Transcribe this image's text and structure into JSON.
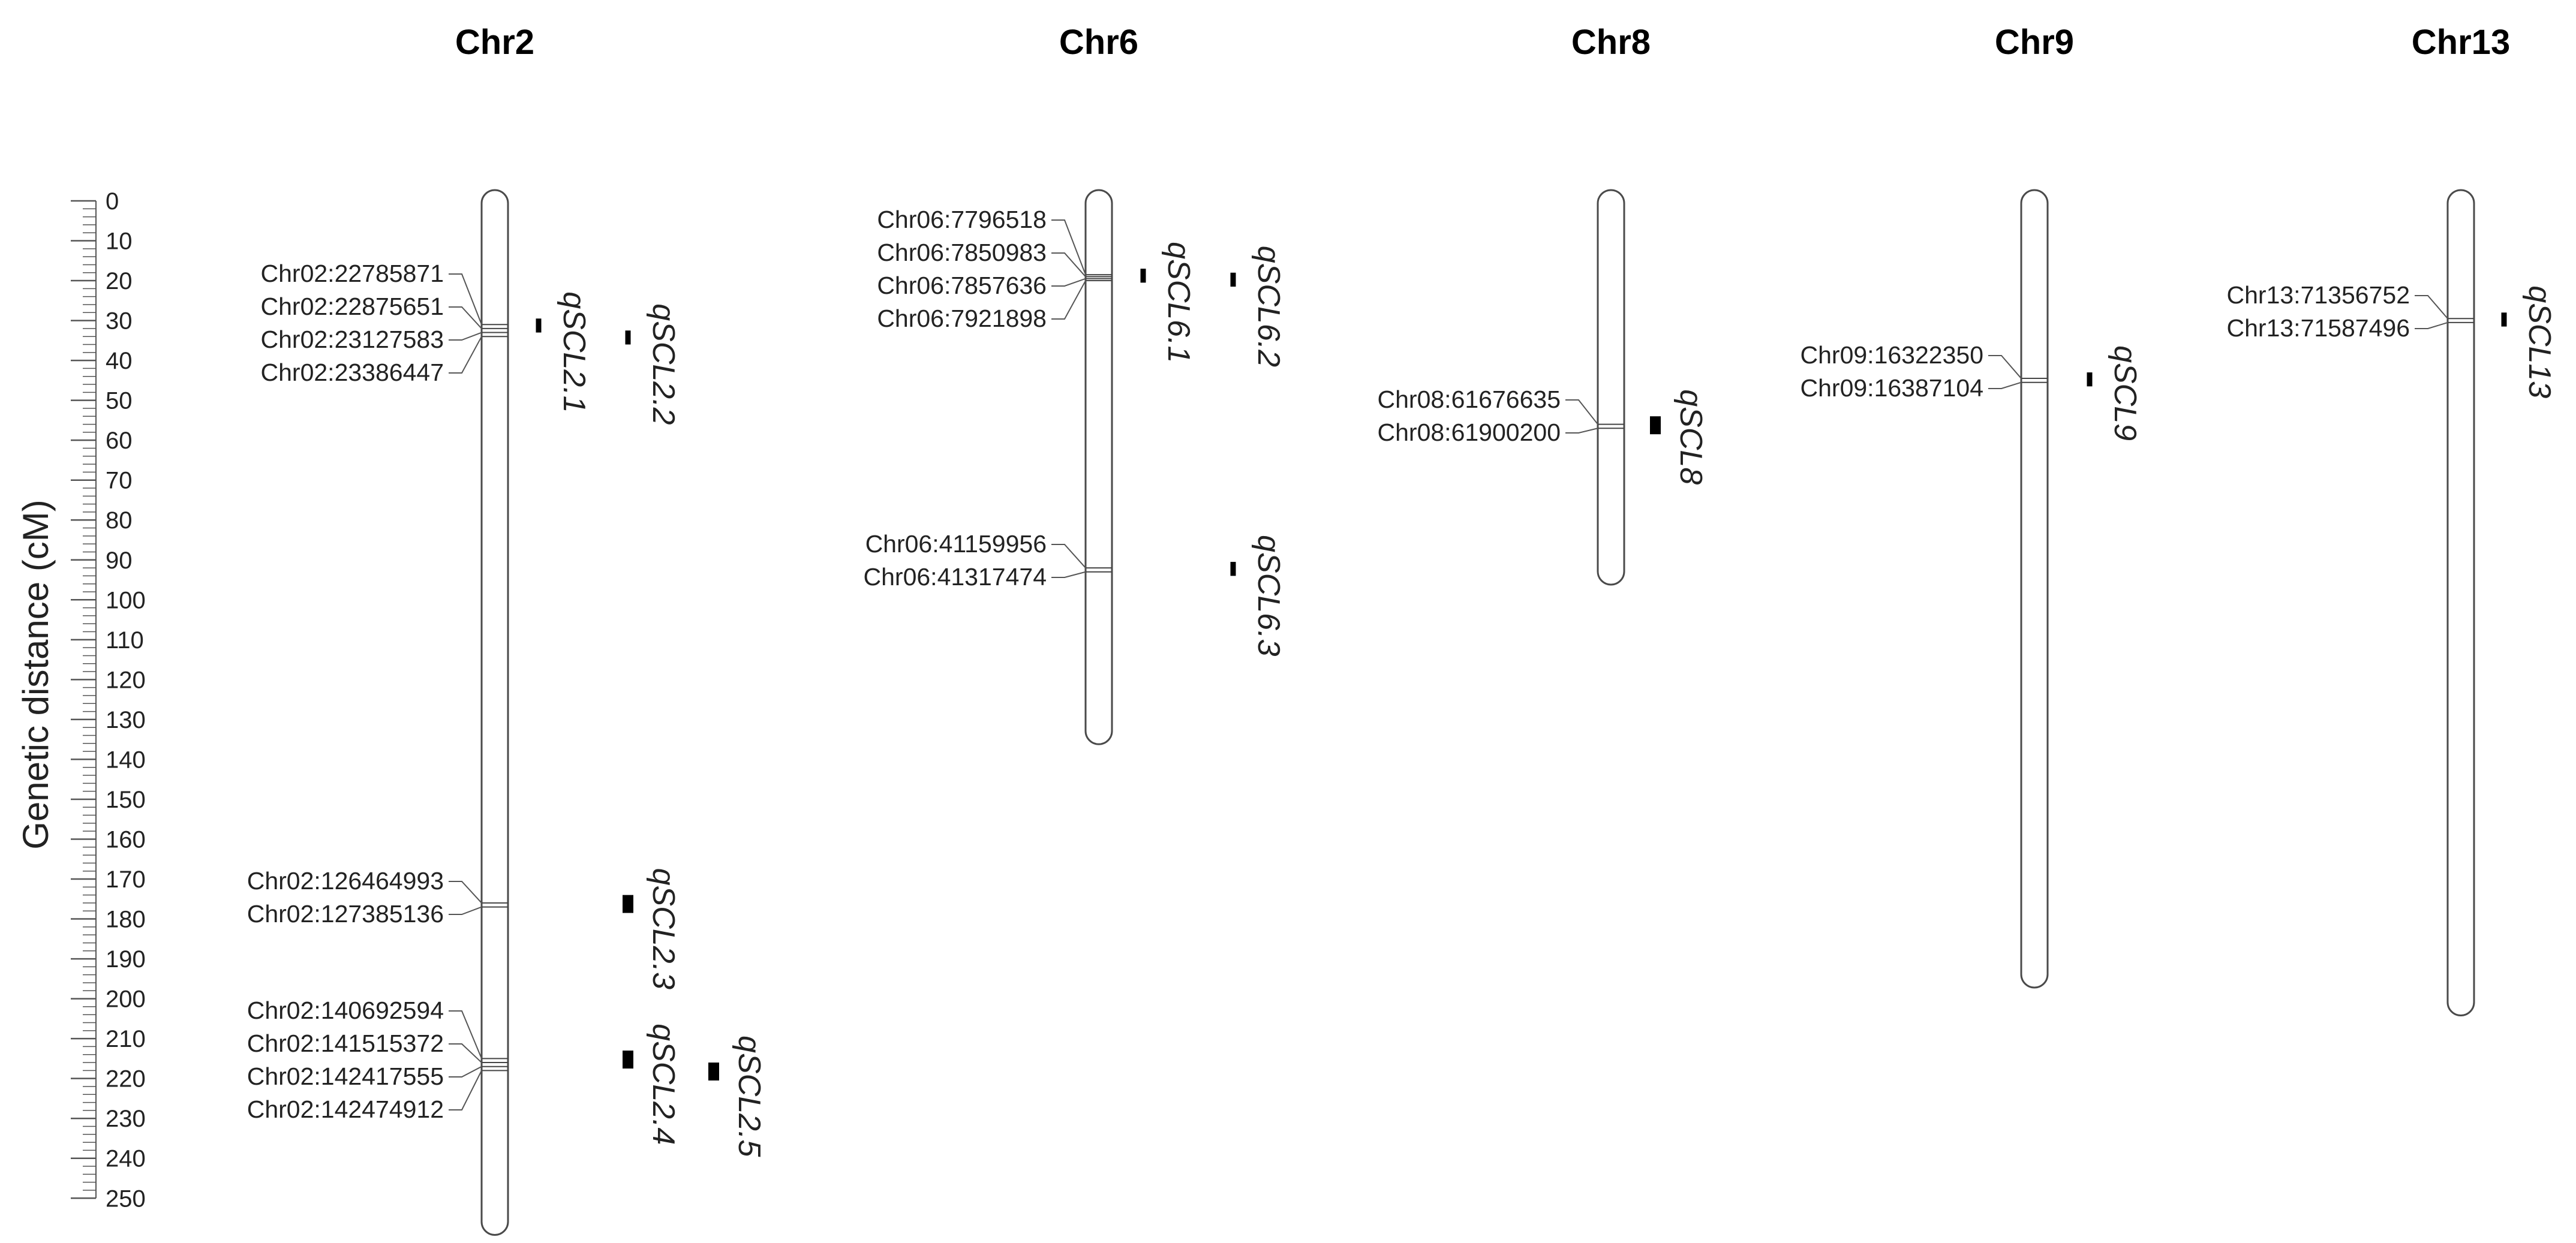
{
  "axis": {
    "title": "Genetic distance (cM)",
    "max": 250,
    "major_step": 10,
    "minor_step": 2,
    "ticks": [
      "0",
      "10",
      "20",
      "30",
      "40",
      "50",
      "60",
      "70",
      "80",
      "90",
      "100",
      "110",
      "120",
      "130",
      "140",
      "150",
      "160",
      "170",
      "180",
      "190",
      "200",
      "210",
      "220",
      "230",
      "240",
      "250"
    ]
  },
  "chromosomes": [
    {
      "id": "chr2",
      "name": "Chr2",
      "length_cM": 258,
      "markers": [
        {
          "label": "Chr02:22785871",
          "pos": 31
        },
        {
          "label": "Chr02:22875651",
          "pos": 32
        },
        {
          "label": "Chr02:23127583",
          "pos": 33
        },
        {
          "label": "Chr02:23386447",
          "pos": 34
        },
        {
          "label": "Chr02:126464993",
          "pos": 176
        },
        {
          "label": "Chr02:127385136",
          "pos": 177
        },
        {
          "label": "Chr02:140692594",
          "pos": 215
        },
        {
          "label": "Chr02:141515372",
          "pos": 216
        },
        {
          "label": "Chr02:142417555",
          "pos": 217
        },
        {
          "label": "Chr02:142474912",
          "pos": 218
        }
      ],
      "qtls": [
        {
          "label": "qSCL2.1",
          "start": 29.5,
          "end": 33,
          "col": 0
        },
        {
          "label": "qSCL2.2",
          "start": 32.5,
          "end": 36,
          "col": 1
        },
        {
          "label": "qSCL2.3",
          "start": 174,
          "end": 178.5,
          "col": 1
        },
        {
          "label": "qSCL2.4",
          "start": 213,
          "end": 217.5,
          "col": 1
        },
        {
          "label": "qSCL2.5",
          "start": 216,
          "end": 220.5,
          "col": 2
        }
      ]
    },
    {
      "id": "chr6",
      "name": "Chr6",
      "length_cM": 135,
      "markers": [
        {
          "label": "Chr06:7796518",
          "pos": 18.5
        },
        {
          "label": "Chr06:7850983",
          "pos": 19
        },
        {
          "label": "Chr06:7857636",
          "pos": 19.5
        },
        {
          "label": "Chr06:7921898",
          "pos": 20
        },
        {
          "label": "Chr06:41159956",
          "pos": 92
        },
        {
          "label": "Chr06:41317474",
          "pos": 93
        }
      ],
      "qtls": [
        {
          "label": "qSCL6.1",
          "start": 17,
          "end": 20.5,
          "col": 0
        },
        {
          "label": "qSCL6.2",
          "start": 18,
          "end": 21.5,
          "col": 1
        },
        {
          "label": "qSCL6.3",
          "start": 90.5,
          "end": 94,
          "col": 1
        }
      ]
    },
    {
      "id": "chr8",
      "name": "Chr8",
      "length_cM": 95,
      "markers": [
        {
          "label": "Chr08:61676635",
          "pos": 56
        },
        {
          "label": "Chr08:61900200",
          "pos": 57
        }
      ],
      "qtls": [
        {
          "label": "qSCL8",
          "start": 54,
          "end": 58.5,
          "col": 0
        }
      ]
    },
    {
      "id": "chr9",
      "name": "Chr9",
      "length_cM": 196,
      "markers": [
        {
          "label": "Chr09:16322350",
          "pos": 44.5
        },
        {
          "label": "Chr09:16387104",
          "pos": 45.5
        }
      ],
      "qtls": [
        {
          "label": "qSCL9",
          "start": 43,
          "end": 46.5,
          "col": 0
        }
      ]
    },
    {
      "id": "chr13",
      "name": "Chr13",
      "length_cM": 203,
      "markers": [
        {
          "label": "Chr13:71356752",
          "pos": 29.5
        },
        {
          "label": "Chr13:71587496",
          "pos": 30.5
        }
      ],
      "qtls": [
        {
          "label": "qSCL13",
          "start": 28,
          "end": 31.5,
          "col": 0
        }
      ]
    }
  ]
}
